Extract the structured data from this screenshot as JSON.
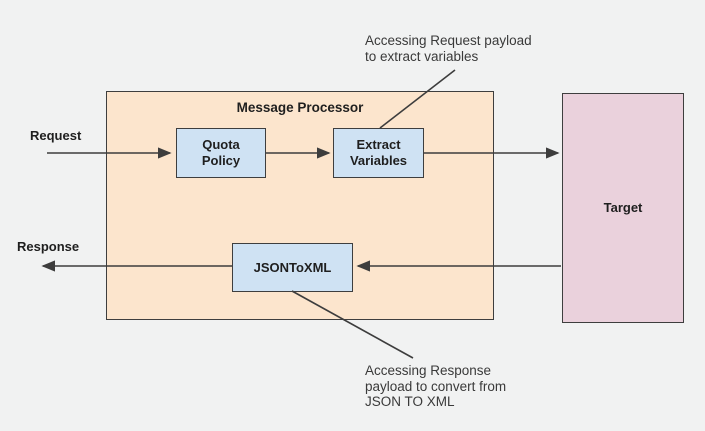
{
  "colors": {
    "canvas_bg": "#f1f2f2",
    "processor_fill": "#fce5cd",
    "policy_fill": "#cfe2f3",
    "target_fill": "#ead1dc",
    "border": "#3e3e3e",
    "line": "#3d3d3d",
    "text": "#1f1f1f"
  },
  "diagram": {
    "processor": {
      "title": "Message Processor"
    },
    "nodes": {
      "quota_policy": {
        "label": "Quota\nPolicy"
      },
      "extract_variables": {
        "label": "Extract\nVariables"
      },
      "json_to_xml": {
        "label": "JSONToXML"
      },
      "target": {
        "label": "Target"
      }
    },
    "flow_labels": {
      "request": "Request",
      "response": "Response"
    },
    "annotations": {
      "request_payload": "Accessing Request payload\nto extract variables",
      "response_payload": "Accessing Response\npayload to convert from\nJSON TO XML"
    }
  }
}
